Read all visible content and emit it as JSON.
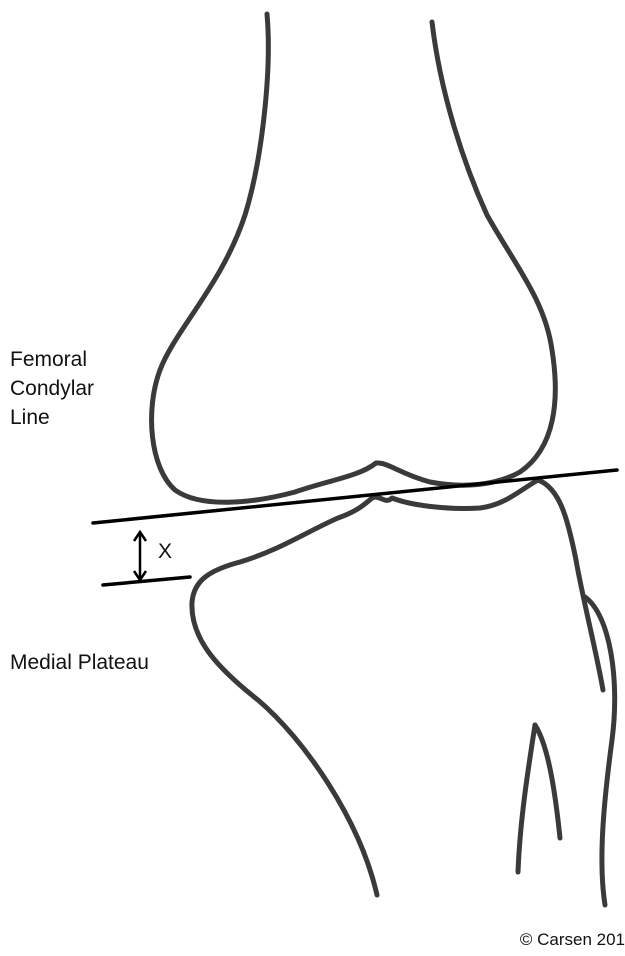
{
  "labels": {
    "femoral_condylar_line": [
      "Femoral",
      "Condylar",
      "Line"
    ],
    "medial_plateau": "Medial Plateau",
    "x_marker": "X",
    "copyright": "© Carsen 201"
  },
  "colors": {
    "outline": "#3a3a3a",
    "line": "#000000",
    "background": "#ffffff"
  }
}
